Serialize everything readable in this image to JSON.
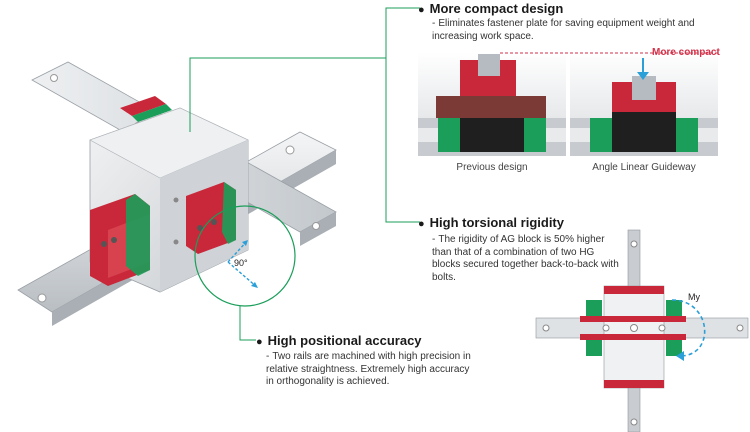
{
  "features": [
    {
      "title": "More compact design",
      "desc": "Eliminates fastener plate for saving equipment weight and increasing work space."
    },
    {
      "title": "High torsional rigidity",
      "desc": "The rigidity of AG block is 50% higher than that of a combination of two HG blocks secured together back-to-back with bolts."
    },
    {
      "title": "High positional accuracy",
      "desc": "Two rails are machined with high precision in relative straightness. Extremely high accuracy in orthogonality is achieved."
    }
  ],
  "compare": {
    "more_compact_label": "More compact",
    "previous_caption": "Previous design",
    "angle_caption": "Angle Linear Guideway"
  },
  "labels": {
    "angle": "90°",
    "moment": "My"
  },
  "colors": {
    "accent_green": "#1b9e5a",
    "block_red": "#c8283a",
    "leader_line": "#1b9e5a",
    "arrow_blue": "#2a9fd8",
    "more_compact_red": "#d2324a"
  }
}
